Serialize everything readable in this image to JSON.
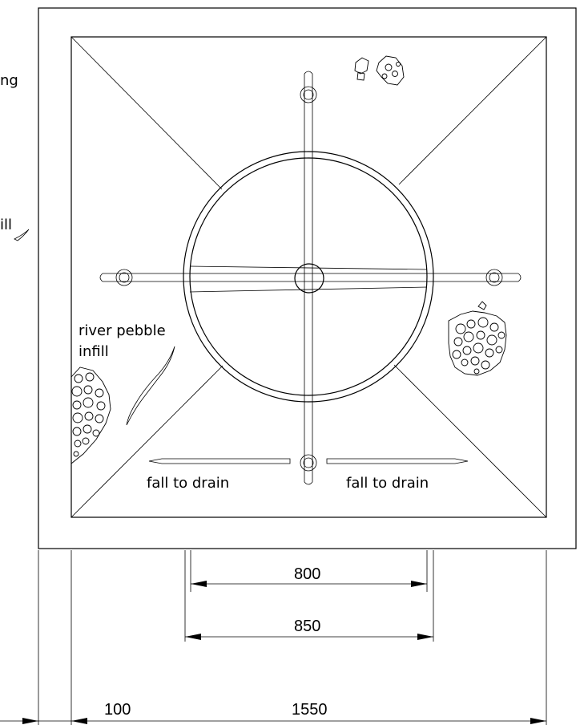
{
  "labels": {
    "left_cut_1": "ng",
    "left_cut_2": "ill",
    "river_pebble_line1": "river pebble",
    "river_pebble_line2": "infill",
    "fall_left": "fall to drain",
    "fall_right": "fall to drain"
  },
  "dimensions": {
    "dim_800": "800",
    "dim_850": "850",
    "dim_100": "100",
    "dim_1550": "1550"
  }
}
